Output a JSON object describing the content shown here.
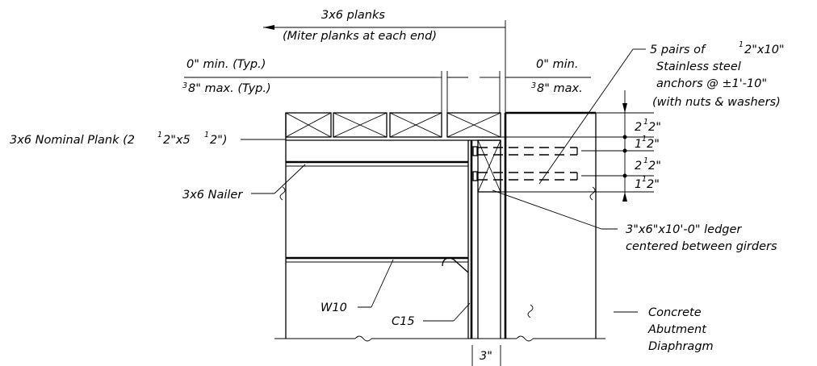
{
  "labels": {
    "planks_title": "3x6 planks",
    "planks_note": "(Miter planks at each end)",
    "min_left": "0\" min. (Typ.)",
    "max_left_frac": "3",
    "max_left_text": "8\" max. (Typ.)",
    "min_right": "0\" min.",
    "max_right_frac": "3",
    "max_right_text": "8\" max.",
    "anchors_l1a": "5 pairs of ",
    "anchors_l1f": "1",
    "anchors_l1b": "2\"x10\"",
    "anchors_l2": "Stainless steel",
    "anchors_l3": "anchors @ ±1'-10\"",
    "anchors_l4": "(with nuts & washers)",
    "plank_a": "3x6 Nominal Plank (2",
    "plank_f1": "1",
    "plank_b": "2\"x5",
    "plank_f2": "1",
    "plank_c": "2\")",
    "nailer": "3x6 Nailer",
    "dim1_w": "2",
    "dim1_f": "1",
    "dim1_t": "2\"",
    "dim2_w": "1",
    "dim2_f": "1",
    "dim2_t": "2\"",
    "dim3_w": "2",
    "dim3_f": "1",
    "dim3_t": "2\"",
    "dim4_w": "1",
    "dim4_f": "1",
    "dim4_t": "2\"",
    "ledger_l1": "3\"x6\"x10'-0\" ledger",
    "ledger_l2": "centered between girders",
    "w10": "W10",
    "c15": "C15",
    "concrete_l1": "Concrete",
    "concrete_l2": "Abutment",
    "concrete_l3": "Diaphragm",
    "bottom_dim": "3\""
  }
}
